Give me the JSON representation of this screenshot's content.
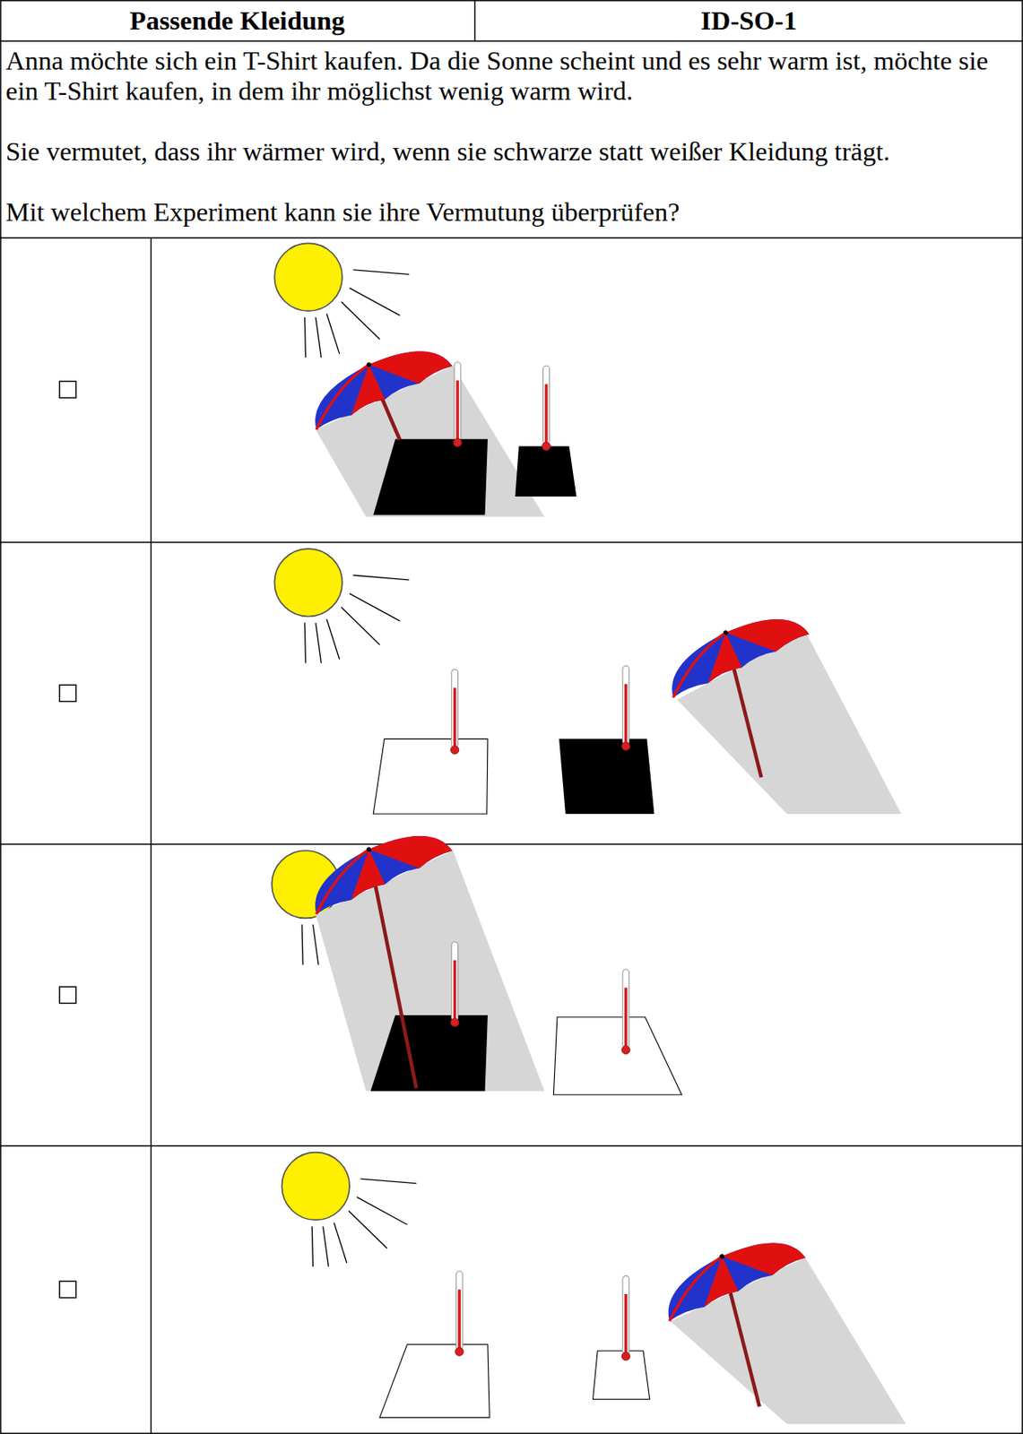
{
  "diagram": {
    "title": "Passende Kleidung",
    "labels": [
      "ID-SO-1",
      "Anna möchte sich ein T-Shirt kaufen. Da die Sonne scheint und es sehr warm ist, möchte sie ein T-Shirt kaufen, in dem ihr möglichst wenig warm wird.",
      "Sie vermutet, dass ihr wärmer wird, wenn sie schwarze statt weißer Kleidung trägt.",
      "Mit welchem Experiment kann sie ihre Vermutung überprüfen?"
    ]
  }
}
